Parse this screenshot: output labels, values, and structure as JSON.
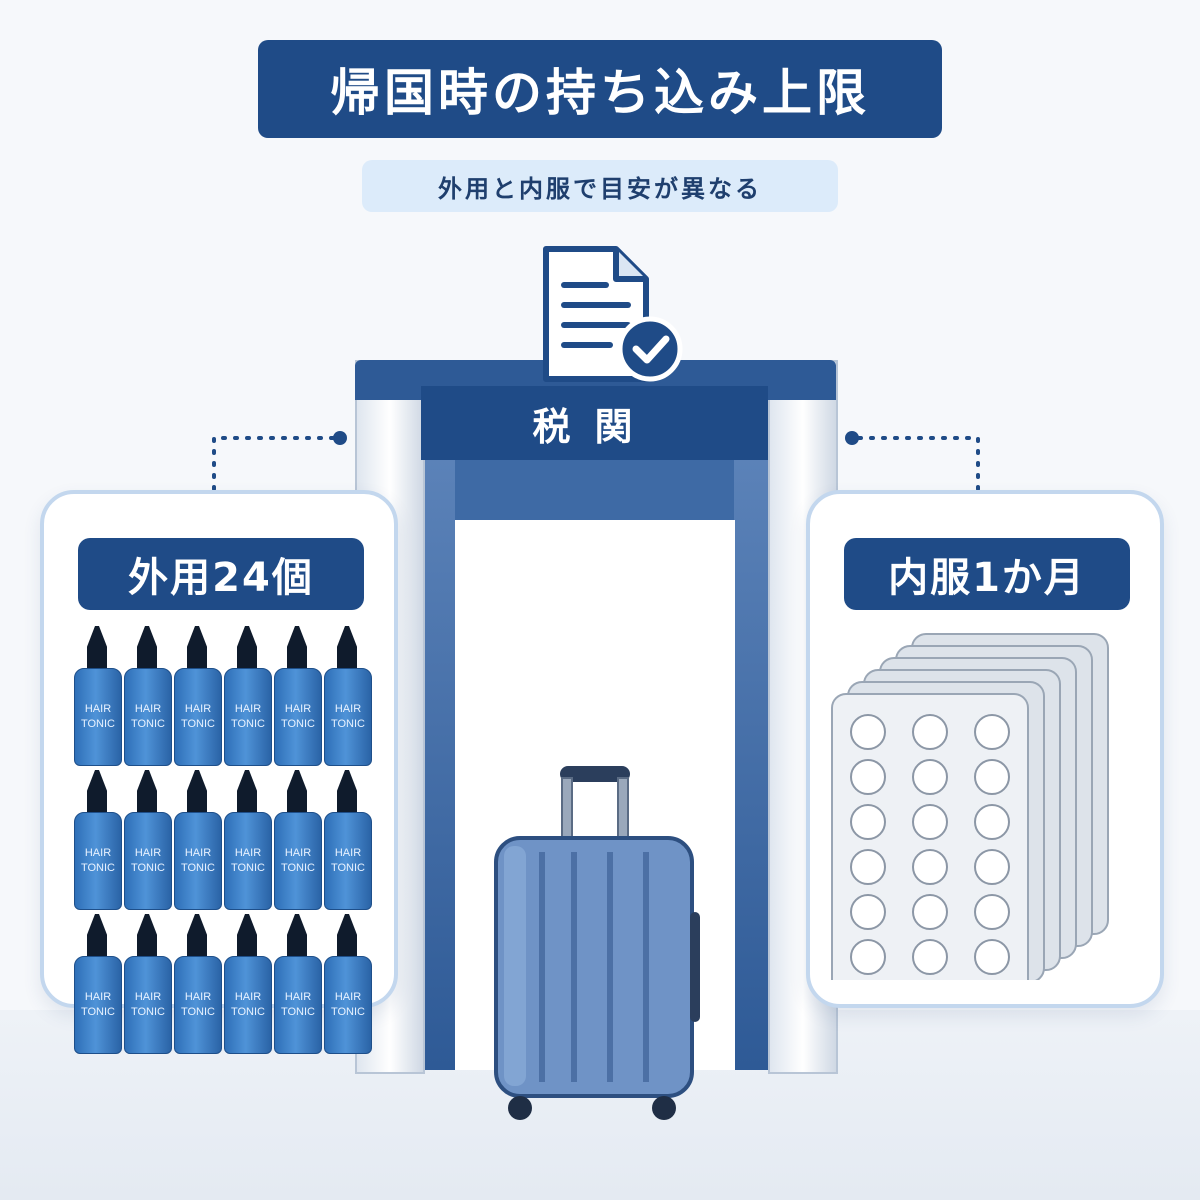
{
  "title": "帰国時の持ち込み上限",
  "subtitle": "外用と内服で目安が異なる",
  "gate": {
    "sign": "税関"
  },
  "left_panel": {
    "label": "外用24個",
    "bottle_text_line1": "HAIR",
    "bottle_text_line2": "TONIC",
    "bottle_count": 18
  },
  "right_panel": {
    "label": "内服1か月",
    "blister_sheets": 6
  },
  "icons": [
    "document-check-icon",
    "suitcase-icon",
    "hair-tonic-bottle-icon",
    "pill-blister-icon"
  ],
  "colors": {
    "primary": "#1f4b87",
    "light": "#dcebfa",
    "border": "#c3d7ee",
    "bottle": "#3a7cc4"
  }
}
